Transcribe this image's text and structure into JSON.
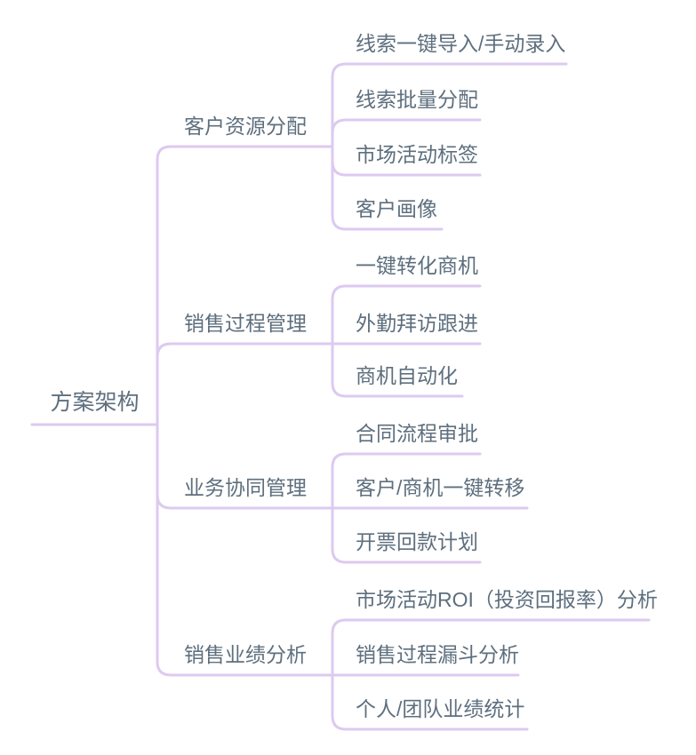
{
  "theme": {
    "background_color": "#ffffff",
    "line_color": "#dccaf0",
    "text_color": "#5e6f7e"
  },
  "mindmap": {
    "root": {
      "label": "方案架构"
    },
    "branches": [
      {
        "label": "客户资源分配",
        "children": [
          {
            "label": "线索一键导入/手动录入"
          },
          {
            "label": "线索批量分配"
          },
          {
            "label": "市场活动标签"
          },
          {
            "label": "客户画像"
          }
        ]
      },
      {
        "label": "销售过程管理",
        "children": [
          {
            "label": "一键转化商机"
          },
          {
            "label": "外勤拜访跟进"
          },
          {
            "label": "商机自动化"
          }
        ]
      },
      {
        "label": "业务协同管理",
        "children": [
          {
            "label": "合同流程审批"
          },
          {
            "label": "客户/商机一键转移"
          },
          {
            "label": "开票回款计划"
          }
        ]
      },
      {
        "label": "销售业绩分析",
        "children": [
          {
            "label": "市场活动ROI（投资回报率）分析"
          },
          {
            "label": "销售过程漏斗分析"
          },
          {
            "label": "个人/团队业绩统计"
          }
        ]
      }
    ]
  }
}
